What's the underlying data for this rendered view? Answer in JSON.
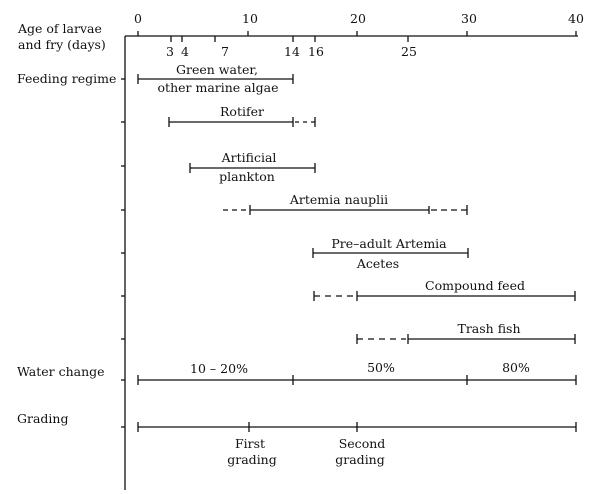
{
  "row_labels": {
    "age": [
      "Age of larvae",
      "and fry (days)"
    ],
    "feeding": "Feeding regime",
    "water": "Water change",
    "grading": "Grading"
  },
  "axis": {
    "major_ticks": [
      "0",
      "10",
      "20",
      "30",
      "40"
    ],
    "minor_ticks": [
      "3",
      "4",
      "7",
      "14",
      "16",
      "25"
    ]
  },
  "feeds": {
    "green": [
      "Green water,",
      "other marine algae"
    ],
    "rotifer": "Rotifer",
    "artificial": [
      "Artificial",
      "plankton"
    ],
    "artemia": "Artemia nauplii",
    "preadult": [
      "Pre–adult Artemia",
      "Acetes"
    ],
    "compound": "Compound feed",
    "trash": "Trash fish"
  },
  "water": [
    "10 – 20%",
    "50%",
    "80%"
  ],
  "grading": {
    "first": [
      "First",
      "grading"
    ],
    "second": [
      "Second",
      "grading"
    ]
  },
  "chart_data": {
    "type": "gantt",
    "title": "",
    "xlabel": "Age of larvae and fry (days)",
    "xlim": [
      0,
      40
    ],
    "major_ticks": [
      0,
      10,
      20,
      30,
      40
    ],
    "minor_ticks": [
      3,
      4,
      7,
      14,
      16,
      25
    ],
    "rows": [
      {
        "group": "Feeding regime",
        "name": "Green water, other marine algae",
        "solid": [
          0,
          14
        ]
      },
      {
        "group": "Feeding regime",
        "name": "Rotifer",
        "solid": [
          3,
          14
        ],
        "dashed": [
          [
            14,
            16
          ]
        ]
      },
      {
        "group": "Feeding regime",
        "name": "Artificial plankton",
        "solid": [
          4,
          16
        ]
      },
      {
        "group": "Feeding regime",
        "name": "Artemia nauplii",
        "solid": [
          10,
          27
        ],
        "dashed": [
          [
            7,
            10
          ],
          [
            27,
            30
          ]
        ]
      },
      {
        "group": "Feeding regime",
        "name": "Pre-adult Artemia / Acetes",
        "solid": [
          16,
          30
        ]
      },
      {
        "group": "Feeding regime",
        "name": "Compound feed",
        "solid": [
          20,
          40
        ],
        "dashed": [
          [
            16,
            20
          ]
        ]
      },
      {
        "group": "Feeding regime",
        "name": "Trash fish",
        "solid": [
          25,
          40
        ],
        "dashed": [
          [
            20,
            25
          ]
        ]
      },
      {
        "group": "Water change",
        "segments": [
          {
            "label": "10 - 20%",
            "range": [
              0,
              14
            ]
          },
          {
            "label": "50%",
            "range": [
              14,
              30
            ]
          },
          {
            "label": "80%",
            "range": [
              30,
              40
            ]
          }
        ]
      },
      {
        "group": "Grading",
        "range": [
          0,
          40
        ],
        "events": [
          {
            "label": "First grading",
            "day": 10
          },
          {
            "label": "Second grading",
            "day": 20
          }
        ]
      }
    ]
  }
}
